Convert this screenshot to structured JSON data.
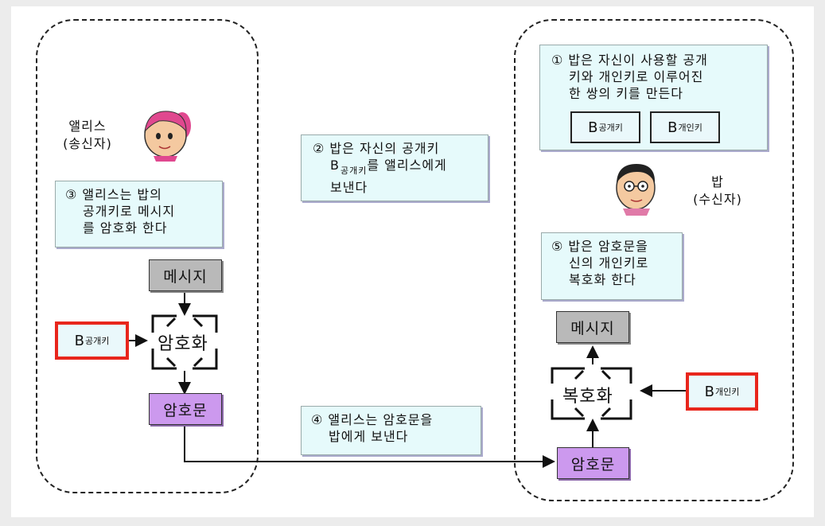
{
  "alice": {
    "name": "앨리스",
    "role": "(송신자)"
  },
  "bob": {
    "name": "밥",
    "role": "(수신자)"
  },
  "steps": {
    "s1": [
      "① 밥은 자신이 사용할 공개",
      "키와 개인키로 이루어진",
      "한 쌍의 키를 만든다"
    ],
    "s2_line1": "② 밥은 자신의 공개키",
    "s2_line2_key": "B",
    "s2_line2_sub": "공개키",
    "s2_line2_rest": "를 앨리스에게",
    "s2_line3": "보낸다",
    "s3": [
      "③ 앨리스는 밥의",
      "공개키로 메시지",
      "를 암호화 한다"
    ],
    "s4": [
      "④ 앨리스는 암호문을",
      "밥에게 보낸다"
    ],
    "s5": [
      "⑤ 밥은 암호문을",
      "신의 개인키로",
      "복호화 한다"
    ]
  },
  "keys": {
    "letter": "B",
    "public_sub": "공개키",
    "private_sub": "개인키"
  },
  "nodes": {
    "message": "메시지",
    "encrypt": "암호화",
    "ciphertext": "암호문",
    "decrypt": "복호화"
  }
}
